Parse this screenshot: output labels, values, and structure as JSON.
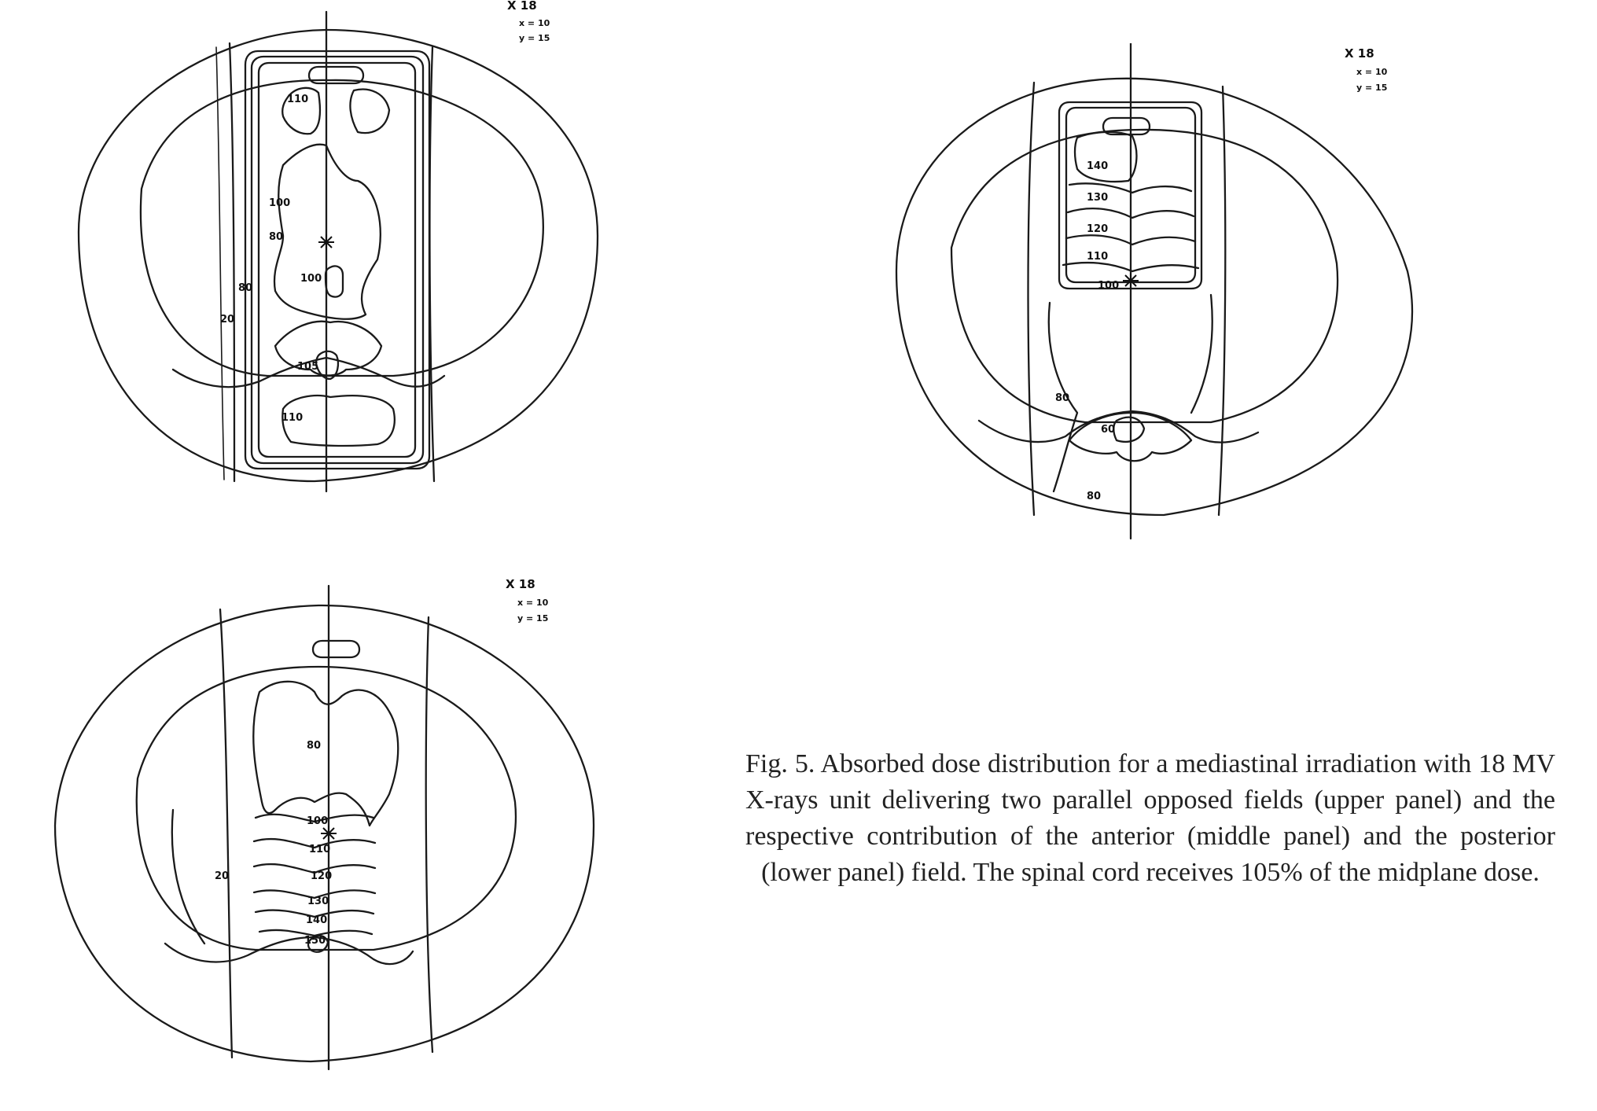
{
  "panels": [
    {
      "id": "upper",
      "header": {
        "energy": "X 18",
        "x": "x = 10",
        "y": "y = 15"
      },
      "labels": [
        "110",
        "100",
        "80",
        "100",
        "80",
        "20",
        "105",
        "110"
      ]
    },
    {
      "id": "middle",
      "header": {
        "energy": "X 18",
        "x": "x = 10",
        "y": "y = 15"
      },
      "labels": [
        "140",
        "130",
        "120",
        "110",
        "100",
        "80",
        "60",
        "80"
      ]
    },
    {
      "id": "lower",
      "header": {
        "energy": "X 18",
        "x": "x = 10",
        "y": "y = 15"
      },
      "labels": [
        "80",
        "100",
        "110",
        "120",
        "130",
        "140",
        "150",
        "20"
      ]
    }
  ],
  "caption": "Fig. 5.  Absorbed dose distribution for a mediastinal irradiation with 18 MV X-rays unit delivering two parallel opposed fields (upper panel) and the respective contribution of the anterior (middle panel) and the posterior (lower panel) field. The spinal cord receives 105% of the midplane dose."
}
